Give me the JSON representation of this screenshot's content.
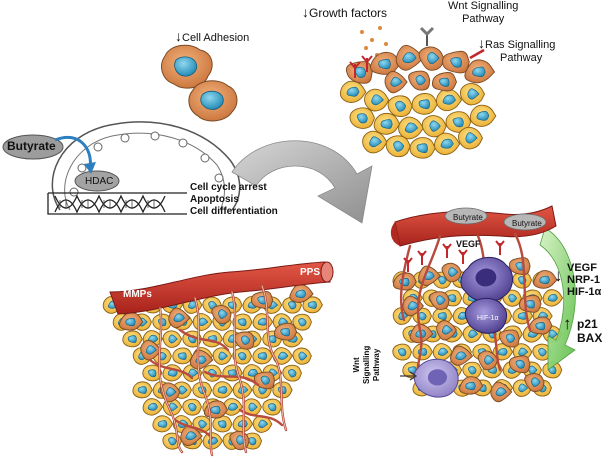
{
  "labels": {
    "cell_adhesion": "Cell Adhesion",
    "growth_factors": "Growth factors",
    "wnt_top": [
      "Wnt Signalling",
      "Pathway"
    ],
    "ras": [
      "Ras Signalling",
      "Pathway"
    ],
    "butyrate_main": "Butyrate",
    "hdac": "HDAC",
    "effects": [
      "Cell cycle arrest",
      "Apoptosis",
      "Cell differentiation"
    ],
    "mmps": "MMPs",
    "pps": "PPS",
    "butyrate_vessel_1": "Butyrate",
    "butyrate_vessel_2": "Butyrate",
    "vegf_top": "VEGF",
    "hif_cell": "HIF-1α",
    "down_list": [
      "VEGF",
      "NRP-1",
      "HIF-1α"
    ],
    "up_list": [
      "p21",
      "BAX"
    ],
    "wnt_side": [
      "Wnt",
      "Signalling",
      "Pathway"
    ]
  },
  "arrows": {
    "down": "↓",
    "up": "↑"
  },
  "colors": {
    "cell_orange": "#dc8a4c",
    "cell_yellow": "#f4c644",
    "nucleus_blue": "#2fa2c9",
    "vessel_red": "#c9372c",
    "receptor_red": "#c0282c",
    "hif_purple": "#6b5aa8",
    "big_arrow_gray": "#a8a8a8",
    "butyrate_gray": "#9c9c9c",
    "dna_black": "#222222"
  }
}
